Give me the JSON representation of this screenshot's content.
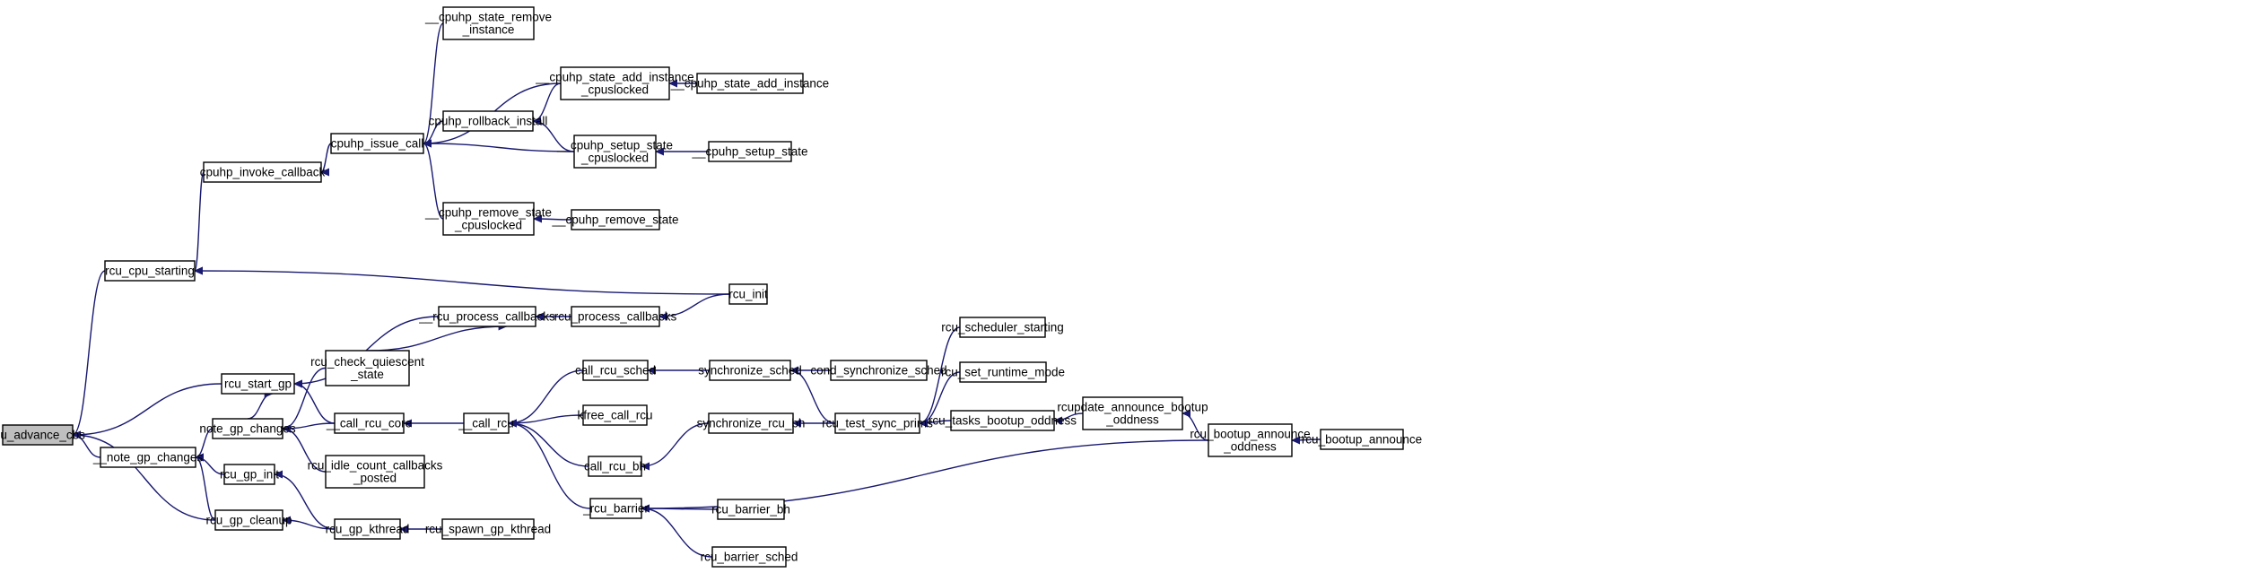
{
  "graph": {
    "nodes": [
      {
        "id": "rcu_advance_cbs",
        "lines": [
          "rcu_advance_cbs"
        ],
        "root": true
      },
      {
        "id": "rcu_cpu_starting",
        "lines": [
          "rcu_cpu_starting"
        ]
      },
      {
        "id": "rcu_start_gp",
        "lines": [
          "rcu_start_gp"
        ]
      },
      {
        "id": "note_gp_changes_int",
        "lines": [
          "__note_gp_changes"
        ]
      },
      {
        "id": "cpuhp_invoke_callback",
        "lines": [
          "cpuhp_invoke_callback"
        ]
      },
      {
        "id": "cpuhp_issue_call",
        "lines": [
          "cpuhp_issue_call"
        ]
      },
      {
        "id": "cpuhp_state_remove_instance",
        "lines": [
          "__cpuhp_state_remove",
          "_instance"
        ]
      },
      {
        "id": "cpuhp_rollback_install",
        "lines": [
          "cpuhp_rollback_install"
        ]
      },
      {
        "id": "cpuhp_remove_state_cpuslocked",
        "lines": [
          "__cpuhp_remove_state",
          "_cpuslocked"
        ]
      },
      {
        "id": "cpuhp_state_add_instance_cpuslocked",
        "lines": [
          "__cpuhp_state_add_instance",
          "_cpuslocked"
        ]
      },
      {
        "id": "cpuhp_setup_state_cpuslocked",
        "lines": [
          "__cpuhp_setup_state",
          "_cpuslocked"
        ]
      },
      {
        "id": "cpuhp_remove_state",
        "lines": [
          "__cpuhp_remove_state"
        ]
      },
      {
        "id": "cpuhp_state_add_instance",
        "lines": [
          "__cpuhp_state_add_instance"
        ]
      },
      {
        "id": "cpuhp_setup_state",
        "lines": [
          "__cpuhp_setup_state"
        ]
      },
      {
        "id": "rcu_init",
        "lines": [
          "rcu_init"
        ]
      },
      {
        "id": "rcu_process_callbacks_int",
        "lines": [
          "__rcu_process_callbacks"
        ]
      },
      {
        "id": "rcu_process_callbacks",
        "lines": [
          "rcu_process_callbacks"
        ]
      },
      {
        "id": "rcu_check_quiescent_state",
        "lines": [
          "rcu_check_quiescent",
          "_state"
        ]
      },
      {
        "id": "note_gp_changes",
        "lines": [
          "note_gp_changes"
        ]
      },
      {
        "id": "call_rcu_core",
        "lines": [
          "__call_rcu_core"
        ]
      },
      {
        "id": "call_rcu_int",
        "lines": [
          "__call_rcu"
        ]
      },
      {
        "id": "rcu_idle_count_callbacks_posted",
        "lines": [
          "rcu_idle_count_callbacks",
          "_posted"
        ]
      },
      {
        "id": "rcu_gp_init",
        "lines": [
          "rcu_gp_init"
        ]
      },
      {
        "id": "rcu_gp_cleanup",
        "lines": [
          "rcu_gp_cleanup"
        ]
      },
      {
        "id": "rcu_gp_kthread",
        "lines": [
          "rcu_gp_kthread"
        ]
      },
      {
        "id": "rcu_spawn_gp_kthread",
        "lines": [
          "rcu_spawn_gp_kthread"
        ]
      },
      {
        "id": "call_rcu_sched",
        "lines": [
          "call_rcu_sched"
        ]
      },
      {
        "id": "kfree_call_rcu",
        "lines": [
          "kfree_call_rcu"
        ]
      },
      {
        "id": "call_rcu_bh",
        "lines": [
          "call_rcu_bh"
        ]
      },
      {
        "id": "rcu_barrier_int",
        "lines": [
          "_rcu_barrier"
        ]
      },
      {
        "id": "synchronize_sched",
        "lines": [
          "synchronize_sched"
        ]
      },
      {
        "id": "cond_synchronize_sched",
        "lines": [
          "cond_synchronize_sched"
        ]
      },
      {
        "id": "synchronize_rcu_bh",
        "lines": [
          "synchronize_rcu_bh"
        ]
      },
      {
        "id": "rcu_test_sync_prims",
        "lines": [
          "rcu_test_sync_prims"
        ]
      },
      {
        "id": "rcu_barrier_bh",
        "lines": [
          "rcu_barrier_bh"
        ]
      },
      {
        "id": "rcu_barrier_sched",
        "lines": [
          "rcu_barrier_sched"
        ]
      },
      {
        "id": "rcu_scheduler_starting",
        "lines": [
          "rcu_scheduler_starting"
        ]
      },
      {
        "id": "rcu_set_runtime_mode",
        "lines": [
          "rcu_set_runtime_mode"
        ]
      },
      {
        "id": "rcu_tasks_bootup_oddness",
        "lines": [
          "rcu_tasks_bootup_oddness"
        ]
      },
      {
        "id": "rcupdate_announce_bootup_oddness",
        "lines": [
          "rcupdate_announce_bootup",
          "_oddness"
        ]
      },
      {
        "id": "rcu_bootup_announce_oddness",
        "lines": [
          "rcu_bootup_announce",
          "_oddness"
        ]
      },
      {
        "id": "rcu_bootup_announce",
        "lines": [
          "rcu_bootup_announce"
        ]
      }
    ],
    "edges": [
      [
        "rcu_cpu_starting",
        "rcu_advance_cbs"
      ],
      [
        "rcu_start_gp",
        "rcu_advance_cbs"
      ],
      [
        "note_gp_changes_int",
        "rcu_advance_cbs"
      ],
      [
        "rcu_gp_cleanup",
        "rcu_advance_cbs"
      ],
      [
        "cpuhp_invoke_callback",
        "rcu_cpu_starting"
      ],
      [
        "rcu_init",
        "rcu_cpu_starting"
      ],
      [
        "cpuhp_issue_call",
        "cpuhp_invoke_callback"
      ],
      [
        "cpuhp_state_remove_instance",
        "cpuhp_issue_call"
      ],
      [
        "cpuhp_state_add_instance_cpuslocked",
        "cpuhp_issue_call"
      ],
      [
        "cpuhp_rollback_install",
        "cpuhp_issue_call"
      ],
      [
        "cpuhp_setup_state_cpuslocked",
        "cpuhp_issue_call"
      ],
      [
        "cpuhp_remove_state_cpuslocked",
        "cpuhp_issue_call"
      ],
      [
        "cpuhp_state_add_instance_cpuslocked",
        "cpuhp_rollback_install"
      ],
      [
        "cpuhp_setup_state_cpuslocked",
        "cpuhp_rollback_install"
      ],
      [
        "cpuhp_state_add_instance",
        "cpuhp_state_add_instance_cpuslocked"
      ],
      [
        "cpuhp_setup_state",
        "cpuhp_setup_state_cpuslocked"
      ],
      [
        "cpuhp_remove_state",
        "cpuhp_remove_state_cpuslocked"
      ],
      [
        "rcu_process_callbacks_int",
        "rcu_start_gp"
      ],
      [
        "note_gp_changes",
        "rcu_start_gp"
      ],
      [
        "call_rcu_core",
        "rcu_start_gp"
      ],
      [
        "rcu_process_callbacks",
        "rcu_process_callbacks_int"
      ],
      [
        "rcu_check_quiescent_state",
        "rcu_process_callbacks_int"
      ],
      [
        "rcu_init",
        "rcu_process_callbacks"
      ],
      [
        "note_gp_changes",
        "note_gp_changes_int"
      ],
      [
        "rcu_gp_init",
        "note_gp_changes_int"
      ],
      [
        "rcu_gp_cleanup",
        "note_gp_changes_int"
      ],
      [
        "rcu_check_quiescent_state",
        "note_gp_changes"
      ],
      [
        "call_rcu_core",
        "note_gp_changes"
      ],
      [
        "rcu_idle_count_callbacks_posted",
        "note_gp_changes"
      ],
      [
        "call_rcu_int",
        "call_rcu_core"
      ],
      [
        "rcu_gp_kthread",
        "rcu_gp_init"
      ],
      [
        "rcu_gp_kthread",
        "rcu_gp_cleanup"
      ],
      [
        "rcu_spawn_gp_kthread",
        "rcu_gp_kthread"
      ],
      [
        "call_rcu_sched",
        "call_rcu_int"
      ],
      [
        "kfree_call_rcu",
        "call_rcu_int"
      ],
      [
        "call_rcu_bh",
        "call_rcu_int"
      ],
      [
        "rcu_barrier_int",
        "call_rcu_int"
      ],
      [
        "synchronize_sched",
        "call_rcu_sched"
      ],
      [
        "cond_synchronize_sched",
        "synchronize_sched"
      ],
      [
        "rcu_test_sync_prims",
        "synchronize_sched"
      ],
      [
        "synchronize_rcu_bh",
        "call_rcu_bh"
      ],
      [
        "rcu_test_sync_prims",
        "synchronize_rcu_bh"
      ],
      [
        "rcu_scheduler_starting",
        "rcu_test_sync_prims"
      ],
      [
        "rcu_set_runtime_mode",
        "rcu_test_sync_prims"
      ],
      [
        "rcu_tasks_bootup_oddness",
        "rcu_test_sync_prims"
      ],
      [
        "rcupdate_announce_bootup_oddness",
        "rcu_tasks_bootup_oddness"
      ],
      [
        "rcu_bootup_announce_oddness",
        "rcupdate_announce_bootup_oddness"
      ],
      [
        "rcu_bootup_announce",
        "rcu_bootup_announce_oddness"
      ],
      [
        "rcu_bootup_announce_oddness",
        "rcu_barrier_int"
      ],
      [
        "rcu_barrier_bh",
        "rcu_barrier_int"
      ],
      [
        "rcu_barrier_sched",
        "rcu_barrier_int"
      ]
    ]
  },
  "colors": {
    "edge": "#191970",
    "root_fill": "#bfbfbf",
    "node_fill": "#ffffff",
    "border": "#000000"
  }
}
